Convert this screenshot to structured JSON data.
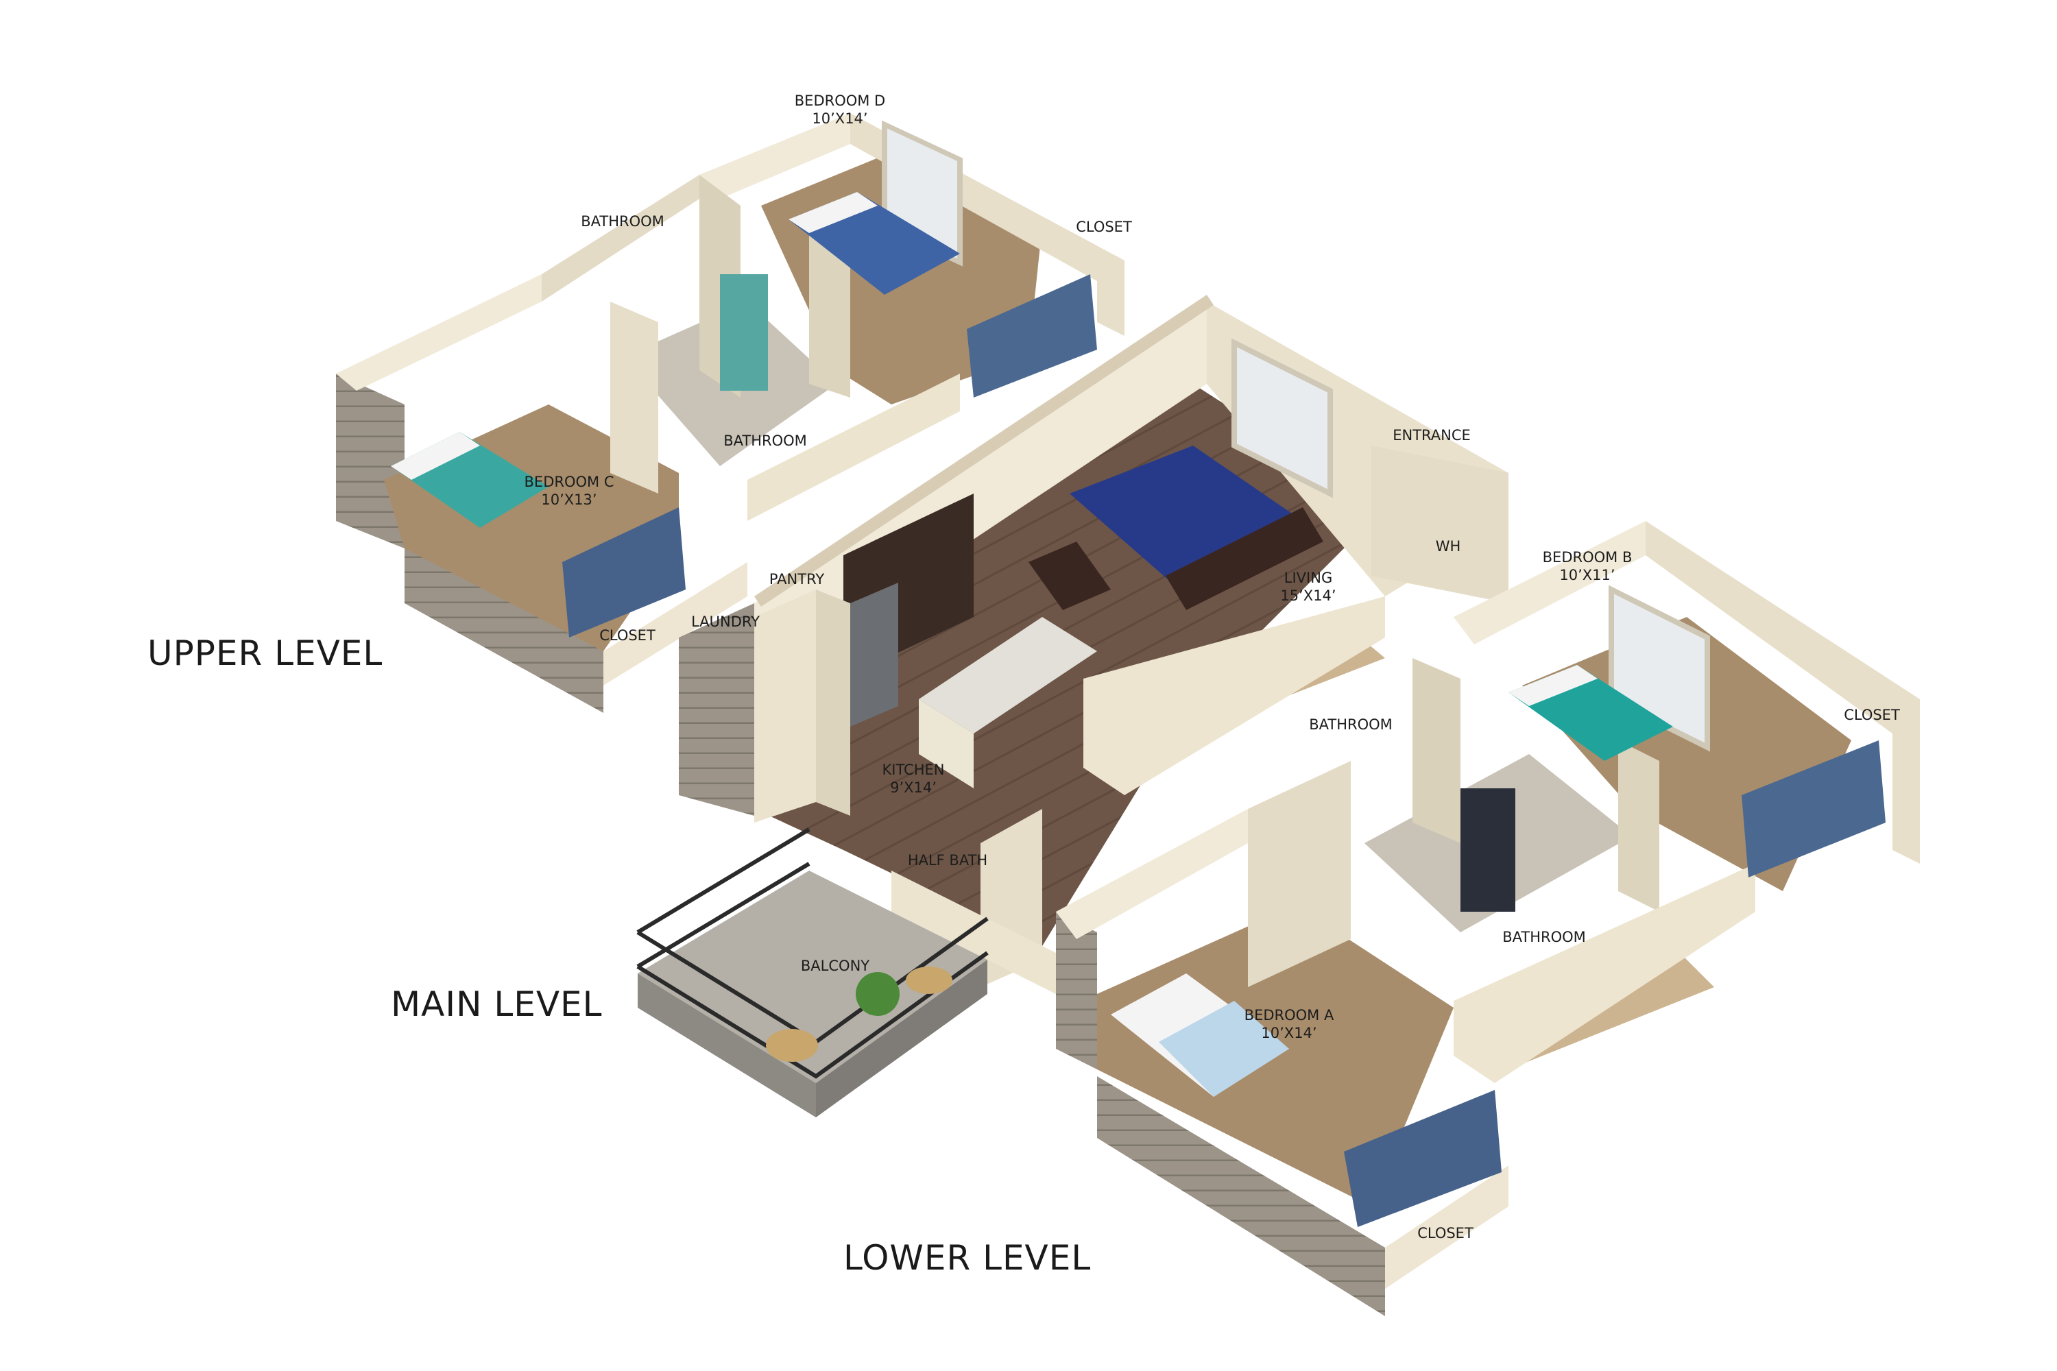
{
  "levels": {
    "upper": "UPPER LEVEL",
    "main": "MAIN LEVEL",
    "lower": "LOWER LEVEL"
  },
  "rooms": {
    "bedroom_d": {
      "name": "BEDROOM D",
      "size": "10’X14’"
    },
    "bedroom_d_closet": {
      "name": "CLOSET"
    },
    "upper_bathroom_top": {
      "name": "BATHROOM"
    },
    "upper_bathroom_mid": {
      "name": "BATHROOM"
    },
    "bedroom_c": {
      "name": "BEDROOM C",
      "size": "10’X13’"
    },
    "bedroom_c_closet": {
      "name": "CLOSET"
    },
    "entrance": {
      "name": "ENTRANCE"
    },
    "water_heater": {
      "name": "WH"
    },
    "pantry": {
      "name": "PANTRY"
    },
    "laundry": {
      "name": "LAUNDRY"
    },
    "living": {
      "name": "LIVING",
      "size": "15’X14’"
    },
    "kitchen": {
      "name": "KITCHEN",
      "size": "9’X14’"
    },
    "half_bath": {
      "name": "HALF BATH"
    },
    "balcony": {
      "name": "BALCONY"
    },
    "bedroom_b": {
      "name": "BEDROOM B",
      "size": "10’X11’"
    },
    "bedroom_b_closet": {
      "name": "CLOSET"
    },
    "lower_bathroom_top": {
      "name": "BATHROOM"
    },
    "lower_bathroom_bottom": {
      "name": "BATHROOM"
    },
    "bedroom_a": {
      "name": "BEDROOM A",
      "size": "10’X14’"
    },
    "bedroom_a_closet": {
      "name": "CLOSET"
    }
  },
  "colors": {
    "wall": "#f1ead8",
    "wall_shade": "#d8cdb4",
    "siding": "#9a9183",
    "carpet": "#a88d6c",
    "wood_floor": "#6b5446",
    "balcony_floor": "#b4b0a8",
    "rug": "#273a8a",
    "railing": "#2a2a2a"
  }
}
